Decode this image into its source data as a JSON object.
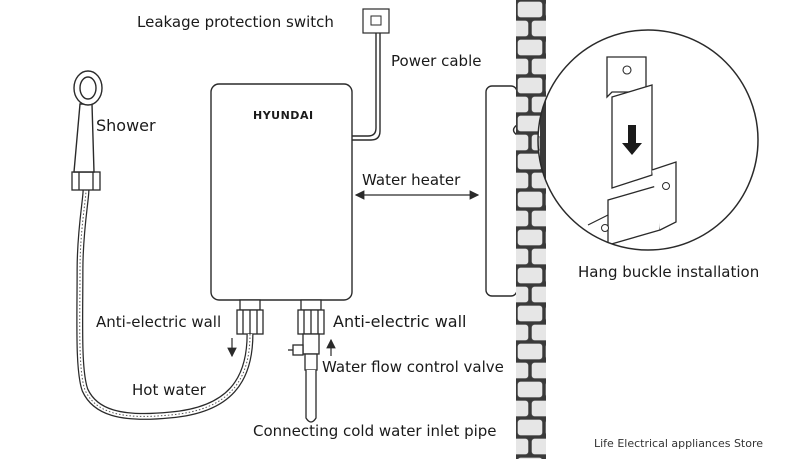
{
  "labels": {
    "leakage_switch": "Leakage protection switch",
    "power_cable": "Power cable",
    "brand": "HYUNDAI",
    "shower": "Shower",
    "water_heater": "Water heater",
    "hang_buckle": "Hang buckle installation",
    "anti_electric_left": "Anti-electric wall",
    "anti_electric_right": "Anti-electric wall",
    "flow_valve": "Water flow control valve",
    "hot_water": "Hot water",
    "cold_inlet": "Connecting cold water inlet pipe",
    "store": "Life Electrical appliances Store"
  },
  "colors": {
    "line": "#2a2a2a",
    "brick": "#e6e6e6",
    "mortar": "#3a3a3a",
    "background": "#ffffff"
  }
}
